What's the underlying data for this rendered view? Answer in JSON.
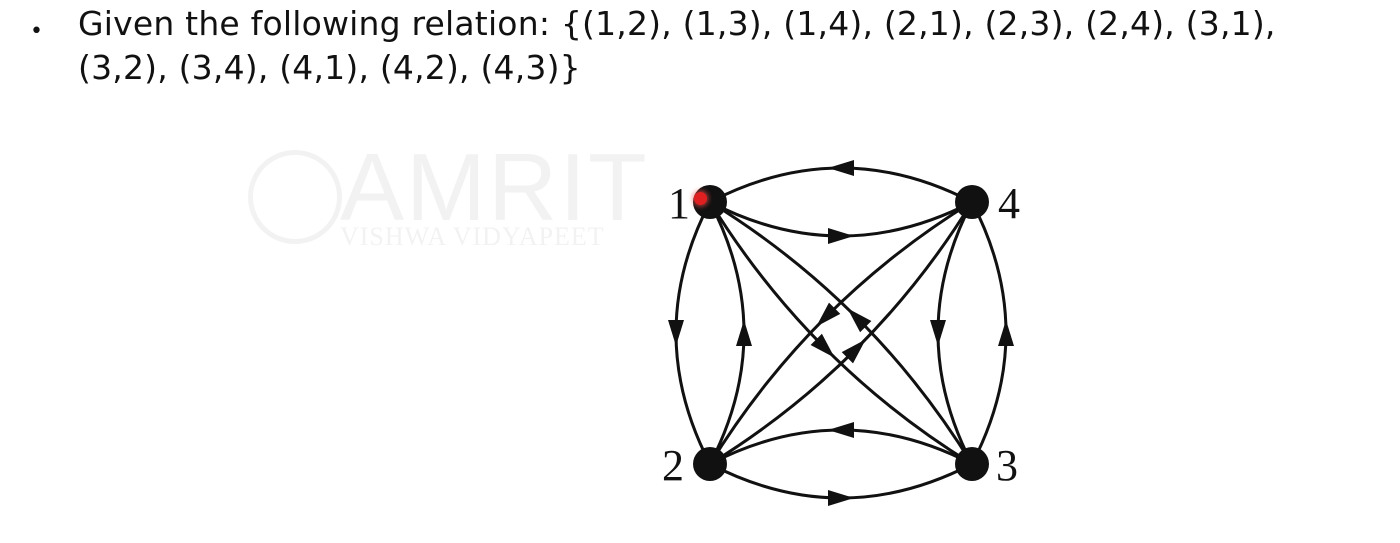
{
  "slide": {
    "bullet_symbol": "•",
    "text_line1": "Given the following relation: {(1,2), (1,3), (1,4), (2,1), (2,3), (2,4), (3,1),",
    "text_line2": "(3,2), (3,4), (4,1), (4,2), (4,3)}"
  },
  "watermark": {
    "title": "AMRIT",
    "subtitle": "VISHWA VIDYAPEET"
  },
  "graph": {
    "nodes": [
      {
        "id": "1",
        "label": "1"
      },
      {
        "id": "2",
        "label": "2"
      },
      {
        "id": "3",
        "label": "3"
      },
      {
        "id": "4",
        "label": "4"
      }
    ],
    "edges": [
      {
        "from": "1",
        "to": "2"
      },
      {
        "from": "1",
        "to": "3"
      },
      {
        "from": "1",
        "to": "4"
      },
      {
        "from": "2",
        "to": "1"
      },
      {
        "from": "2",
        "to": "3"
      },
      {
        "from": "2",
        "to": "4"
      },
      {
        "from": "3",
        "to": "1"
      },
      {
        "from": "3",
        "to": "2"
      },
      {
        "from": "3",
        "to": "4"
      },
      {
        "from": "4",
        "to": "1"
      },
      {
        "from": "4",
        "to": "2"
      },
      {
        "from": "4",
        "to": "3"
      }
    ],
    "node_color": "#111111",
    "edge_color": "#111111",
    "pointer_color": "#e02020"
  }
}
